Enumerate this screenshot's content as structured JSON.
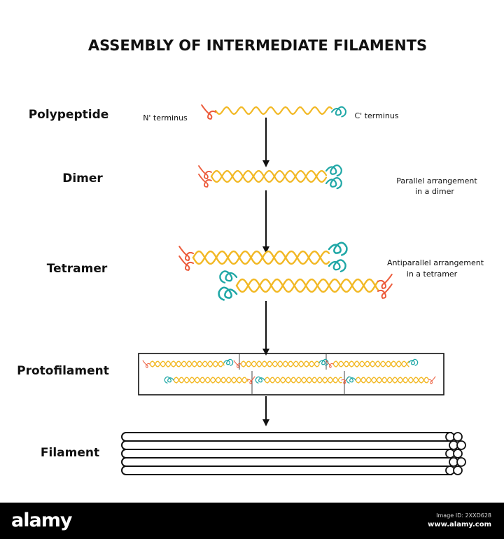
{
  "title": "ASSEMBLY OF INTERMEDIATE FILAMENTS",
  "stages": {
    "polypeptide": "Polypeptide",
    "dimer": "Dimer",
    "tetramer": "Tetramer",
    "protofilament": "Protofilament",
    "filament": "Filament"
  },
  "annotations": {
    "n_terminus": "N' terminus",
    "c_terminus": "C' terminus",
    "parallel_line1": "Parallel arrangement",
    "parallel_line2": "in a dimer",
    "antiparallel_line1": "Antiparallel arrangement",
    "antiparallel_line2": "in a tetramer"
  },
  "footer": {
    "brand": "alamy",
    "image_id": "Image ID: 2XXD628",
    "site": "www.alamy.com"
  },
  "colors": {
    "helix": "#f2b824",
    "n_terminus": "#ec5a3a",
    "c_terminus": "#1fa7a6",
    "ink": "#111111",
    "footer_bg": "#000000"
  }
}
